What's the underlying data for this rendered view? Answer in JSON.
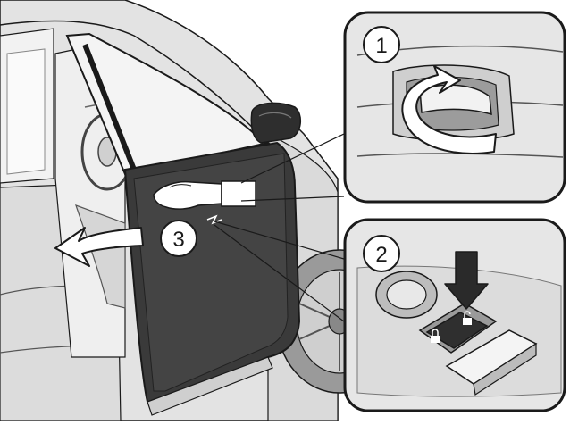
{
  "steps": [
    {
      "number": "1"
    },
    {
      "number": "2"
    },
    {
      "number": "3"
    }
  ],
  "colors": {
    "line": "#1a1a1a",
    "body_light": "#e4e4e4",
    "body_mid": "#cfcfcf",
    "door_dark": "#3a3a3a",
    "white": "#ffffff"
  }
}
